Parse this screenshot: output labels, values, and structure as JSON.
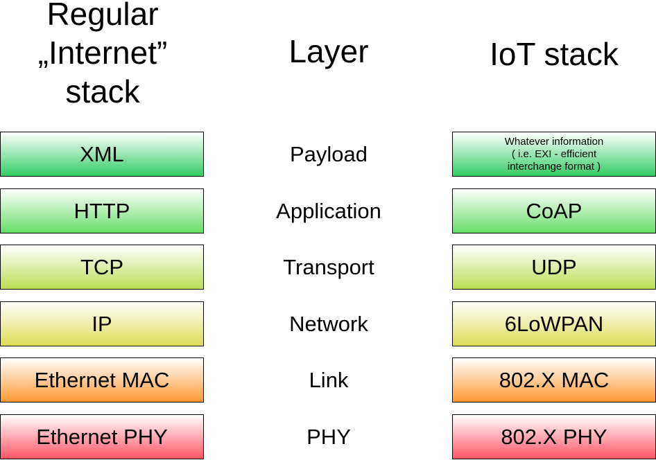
{
  "headers": {
    "left": [
      "Regular",
      "„Internet”",
      "stack"
    ],
    "middle": "Layer",
    "right": "IoT stack"
  },
  "rows": [
    {
      "regular": "XML",
      "layer": "Payload",
      "iot": "Whatever information\n( i.e. EXI - efficient\ninterchange format )",
      "color": "#33cc66"
    },
    {
      "regular": "HTTP",
      "layer": "Application",
      "iot": "CoAP",
      "color": "#66dd66"
    },
    {
      "regular": "TCP",
      "layer": "Transport",
      "iot": "UDP",
      "color": "#bbdd55"
    },
    {
      "regular": "IP",
      "layer": "Network",
      "iot": "6LoWPAN",
      "color": "#dddd55"
    },
    {
      "regular": "Ethernet MAC",
      "layer": "Link",
      "iot": "802.X MAC",
      "color": "#ff9933"
    },
    {
      "regular": "Ethernet PHY",
      "layer": "PHY",
      "iot": "802.X PHY",
      "color": "#ff5566"
    }
  ]
}
